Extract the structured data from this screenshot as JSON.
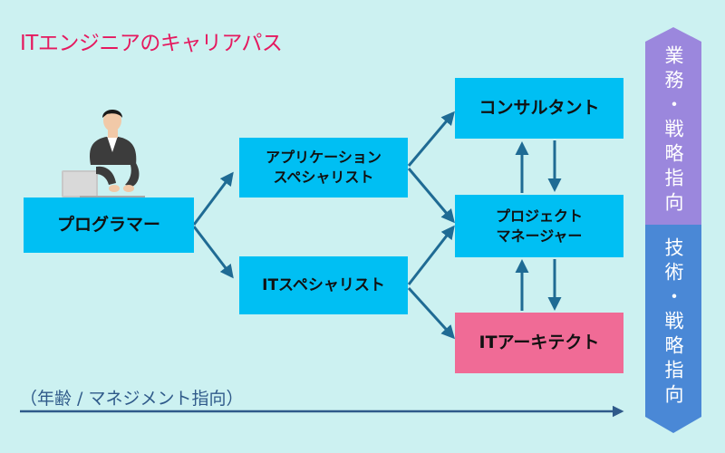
{
  "title": "ITエンジニアのキャリアパス",
  "nodes": {
    "programmer": "プログラマー",
    "app_specialist": "アプリケーション\nスペシャリスト",
    "it_specialist": "ITスペシャリスト",
    "consultant": "コンサルタント",
    "project_manager": "プロジェクト\nマネージャー",
    "it_architect": "ITアーキテクト"
  },
  "axis_label": "（年齢 / マネジメント指向）",
  "side_bar": {
    "top_label": "業務・戦略指向",
    "bottom_label": "技術・戦略指向"
  },
  "colors": {
    "background": "#ccf1f1",
    "title": "#e5195f",
    "node_blue": "#00bff3",
    "node_pink": "#f06b96",
    "arrow": "#1f6b94",
    "axis": "#2f5a8a",
    "side_top": "#9b87dd",
    "side_bottom": "#4a88d6"
  },
  "icons": {
    "person": "person-at-laptop-icon"
  }
}
